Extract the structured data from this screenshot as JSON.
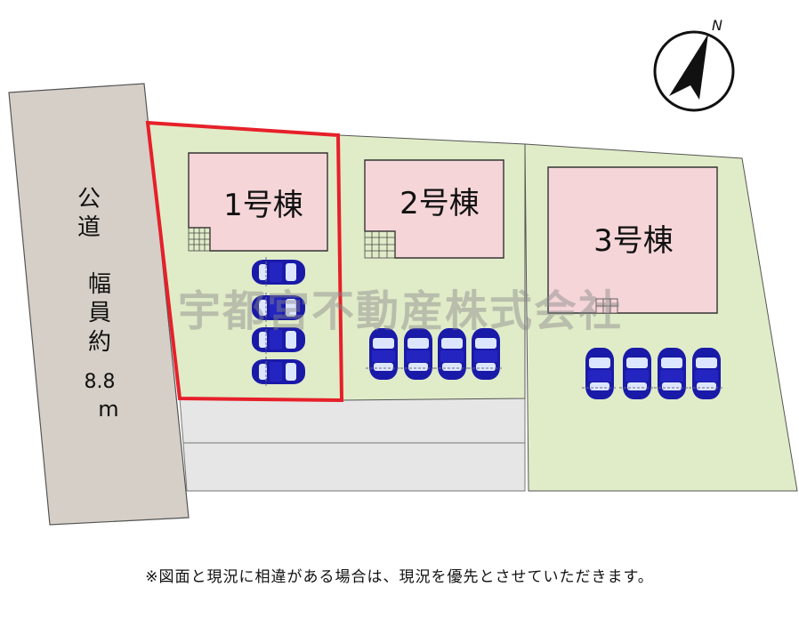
{
  "road": {
    "label_lines": [
      "公",
      "道"
    ],
    "width_lines": [
      "幅",
      "員",
      "約"
    ],
    "width_value": "8.8",
    "width_unit": "m"
  },
  "buildings": [
    {
      "label": "1号棟"
    },
    {
      "label": "2号棟"
    },
    {
      "label": "3号棟"
    }
  ],
  "watermark": "宇都宮不動産株式会社",
  "compass": {
    "north_label": "N"
  },
  "note": "※図面と現況に相違がある場合は、現況を優先とさせていただきます。",
  "colors": {
    "lot_fill": "#e0ecc8",
    "building_fill": "#f5d5d8",
    "road_fill": "#d5cfc7",
    "lane_fill": "#e6e6e6",
    "highlight": "#e6202a",
    "car": "#1a1aa8"
  }
}
